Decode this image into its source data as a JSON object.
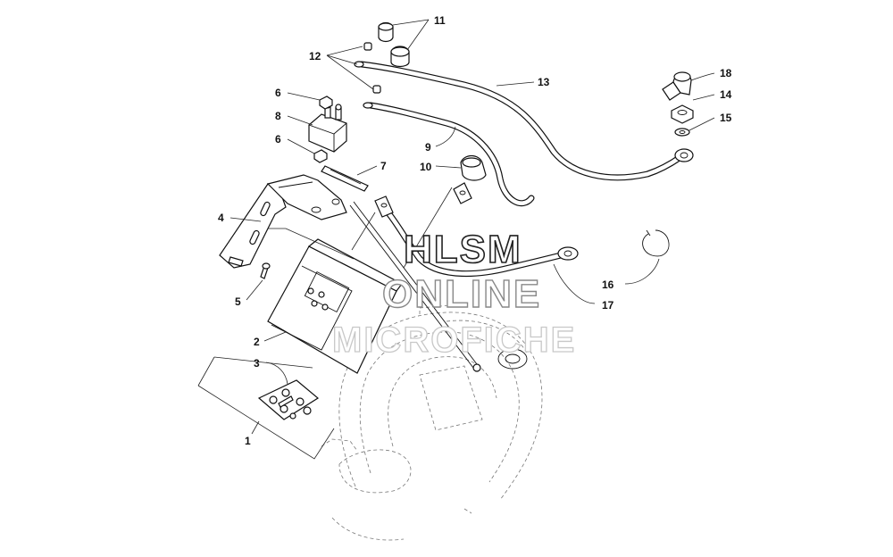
{
  "watermark": {
    "line1": "HLSM",
    "line2": "ONLINE",
    "line3": "MICROFICHE"
  },
  "callouts": [
    {
      "id": "c1",
      "label": "1"
    },
    {
      "id": "c2",
      "label": "2"
    },
    {
      "id": "c3",
      "label": "3"
    },
    {
      "id": "c4",
      "label": "4"
    },
    {
      "id": "c5",
      "label": "5"
    },
    {
      "id": "c6a",
      "label": "6"
    },
    {
      "id": "c6b",
      "label": "6"
    },
    {
      "id": "c7",
      "label": "7"
    },
    {
      "id": "c8",
      "label": "8"
    },
    {
      "id": "c9",
      "label": "9"
    },
    {
      "id": "c10",
      "label": "10"
    },
    {
      "id": "c11",
      "label": "11"
    },
    {
      "id": "c12",
      "label": "12"
    },
    {
      "id": "c13",
      "label": "13"
    },
    {
      "id": "c14",
      "label": "14"
    },
    {
      "id": "c15",
      "label": "15"
    },
    {
      "id": "c16",
      "label": "16"
    },
    {
      "id": "c17",
      "label": "17"
    },
    {
      "id": "c18",
      "label": "18"
    }
  ]
}
